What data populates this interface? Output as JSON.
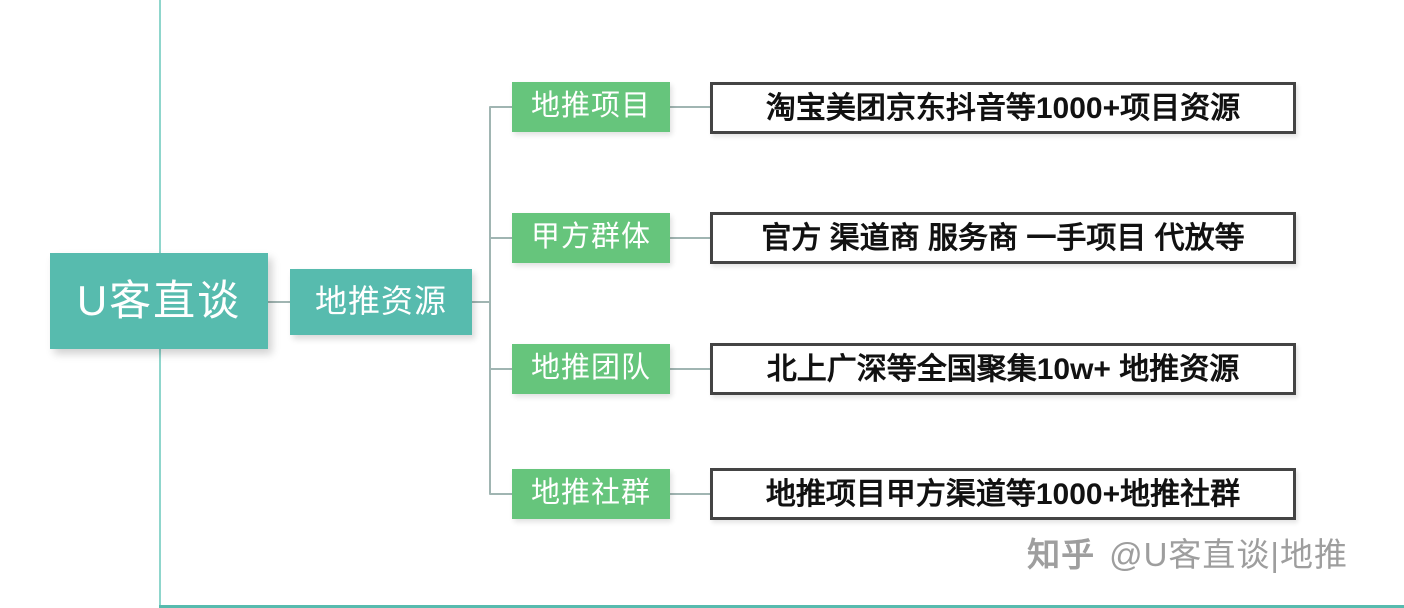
{
  "diagram": {
    "root": {
      "label": "U客直谈"
    },
    "level2": {
      "label": "地推资源"
    },
    "branches": [
      {
        "label": "地推项目",
        "detail": "淘宝美团京东抖音等1000+项目资源"
      },
      {
        "label": "甲方群体",
        "detail": "官方 渠道商 服务商 一手项目 代放等"
      },
      {
        "label": "地推团队",
        "detail": "北上广深等全国聚集10w+ 地推资源"
      },
      {
        "label": "地推社群",
        "detail": "地推项目甲方渠道等1000+地推社群"
      }
    ]
  },
  "watermark": {
    "logo": "知乎",
    "text": "@U客直谈|地推"
  },
  "colors": {
    "teal": "#57bbae",
    "green": "#66c57c",
    "box-border": "#444444",
    "connector": "#a0b5b2",
    "watermark": "#9e9e9e",
    "divider": "#8fd6cc"
  }
}
